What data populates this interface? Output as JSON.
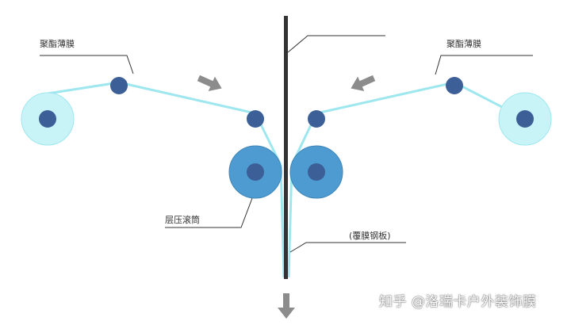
{
  "labels": {
    "left_film": "聚酯薄膜",
    "right_film": "聚酯薄膜",
    "lamination_roller": "层压滚筒",
    "coated_plate": "(覆膜钢板)"
  },
  "watermark": "知乎 @洛瑞卡户外装饰膜",
  "colors": {
    "film": "#c8f4f8",
    "film_edge": "#9fe7ef",
    "roller_dark": "#3b5f96",
    "roller_large": "#4d9bd0",
    "roller_large_edge": "#3f86ba",
    "steel_plate": "#333333",
    "arrow": "#8c8c8c",
    "leader_line": "#333333"
  }
}
